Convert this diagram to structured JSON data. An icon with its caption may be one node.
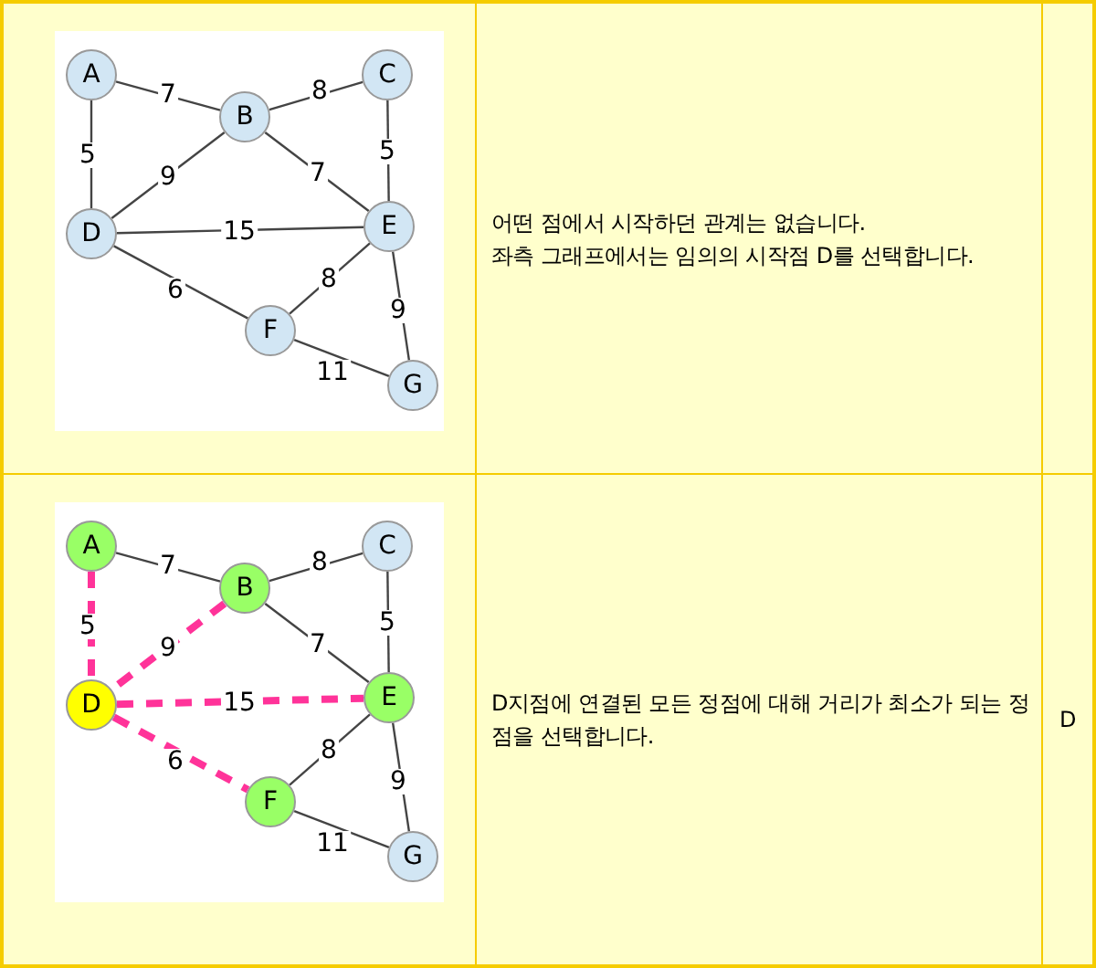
{
  "diagram": {
    "nodes": [
      {
        "text": [
          "A"
        ]
      },
      {
        "text": [
          "B"
        ]
      },
      {
        "text": [
          "C"
        ]
      },
      {
        "text": [
          "D"
        ]
      },
      {
        "text": [
          "E"
        ]
      },
      {
        "text": [
          "F"
        ]
      },
      {
        "text": [
          "G"
        ]
      },
      {
        "text": [
          "A"
        ]
      },
      {
        "text": [
          "B"
        ]
      },
      {
        "text": [
          "C"
        ]
      },
      {
        "text": [
          "D"
        ]
      },
      {
        "text": [
          "E"
        ]
      },
      {
        "text": [
          "F"
        ]
      },
      {
        "text": [
          "G"
        ]
      }
    ],
    "edges": [
      {
        "from": 0,
        "to": 1,
        "arrow": "none",
        "label": "7"
      },
      {
        "from": 0,
        "to": 3,
        "arrow": "none",
        "label": "5"
      },
      {
        "from": 1,
        "to": 2,
        "arrow": "none",
        "label": "8"
      },
      {
        "from": 1,
        "to": 3,
        "arrow": "none",
        "label": "9"
      },
      {
        "from": 1,
        "to": 4,
        "arrow": "none",
        "label": "7"
      },
      {
        "from": 2,
        "to": 4,
        "arrow": "none",
        "label": "5"
      },
      {
        "from": 3,
        "to": 4,
        "arrow": "none",
        "label": "15"
      },
      {
        "from": 3,
        "to": 5,
        "arrow": "none",
        "label": "6"
      },
      {
        "from": 4,
        "to": 5,
        "arrow": "none",
        "label": "8"
      },
      {
        "from": 4,
        "to": 6,
        "arrow": "none",
        "label": "9"
      },
      {
        "from": 5,
        "to": 6,
        "arrow": "none",
        "label": "11"
      },
      {
        "from": 7,
        "to": 8,
        "arrow": "none",
        "label": "7"
      },
      {
        "from": 7,
        "to": 10,
        "arrow": "none",
        "label": "5",
        "style": "dashed",
        "color": "#ff3399"
      },
      {
        "from": 8,
        "to": 9,
        "arrow": "none",
        "label": "8"
      },
      {
        "from": 8,
        "to": 10,
        "arrow": "none",
        "label": "9",
        "style": "dashed",
        "color": "#ff3399"
      },
      {
        "from": 8,
        "to": 11,
        "arrow": "none",
        "label": "7"
      },
      {
        "from": 9,
        "to": 11,
        "arrow": "none",
        "label": "5"
      },
      {
        "from": 10,
        "to": 11,
        "arrow": "none",
        "label": "15",
        "style": "dashed",
        "color": "#ff3399"
      },
      {
        "from": 10,
        "to": 12,
        "arrow": "none",
        "label": "6",
        "style": "dashed",
        "color": "#ff3399"
      },
      {
        "from": 11,
        "to": 12,
        "arrow": "none",
        "label": "8"
      },
      {
        "from": 11,
        "to": 13,
        "arrow": "none",
        "label": "9"
      },
      {
        "from": 12,
        "to": 13,
        "arrow": "none",
        "label": "11"
      }
    ],
    "labels": [
      "어떤 점에서 시작하던 관계는 없습니다.",
      "좌측 그래프에서는 임의의 시작점 D를 선택합니다.",
      "D지점에 연결된 모든 정점에 대해 거리가 최소가 되는 정점을 선택합니다.",
      "D"
    ]
  }
}
